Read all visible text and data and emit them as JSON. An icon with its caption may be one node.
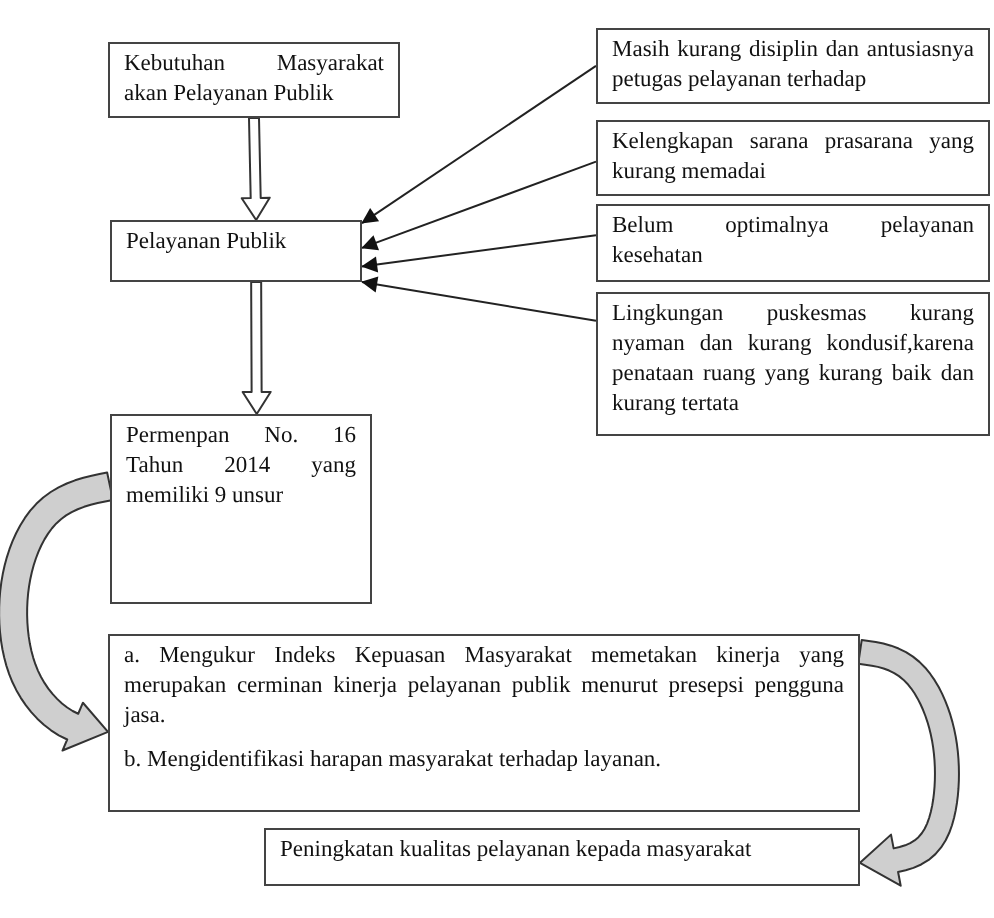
{
  "diagram": {
    "nodes": [
      {
        "text": [
          "Kebutuhan Masyarakat akan Pelayanan Publik"
        ]
      },
      {
        "text": [
          "Pelayanan Publik"
        ]
      },
      {
        "text": [
          "Permenpan No. 16 Tahun 2014 yang memiliki 9 unsur"
        ]
      },
      {
        "text": [
          "a. Mengukur Indeks Kepuasan Masyarakat memetakan kinerja yang merupakan cerminan kinerja pelayanan publik menurut presepsi pengguna jasa.",
          "b. Mengidentifikasi harapan masyarakat terhadap layanan."
        ]
      },
      {
        "text": [
          "Peningkatan kualitas pelayanan kepada masyarakat"
        ]
      },
      {
        "text": [
          "Masih kurang disiplin dan antusiasnya petugas pelayanan terhadap"
        ]
      },
      {
        "text": [
          "Kelengkapan sarana prasarana yang kurang memadai"
        ]
      },
      {
        "text": [
          "Belum optimalnya pelayanan kesehatan"
        ]
      },
      {
        "text": [
          "Lingkungan puskesmas kurang nyaman dan kurang kondusif,karena penataan ruang yang kurang baik dan kurang tertata"
        ]
      }
    ],
    "edges": [
      {
        "from": 0,
        "to": 1,
        "arrow": "to",
        "style": "thick"
      },
      {
        "from": 1,
        "to": 2,
        "arrow": "to",
        "style": "thick"
      },
      {
        "from": 2,
        "to": 3,
        "arrow": "to",
        "style": "thick",
        "color": "#cfcfcf"
      },
      {
        "from": 3,
        "to": 4,
        "arrow": "to",
        "style": "thick",
        "color": "#cfcfcf"
      },
      {
        "from": 5,
        "to": 1,
        "arrow": "to"
      },
      {
        "from": 6,
        "to": 1,
        "arrow": "to"
      },
      {
        "from": 7,
        "to": 1,
        "arrow": "to"
      },
      {
        "from": 8,
        "to": 1,
        "arrow": "to"
      }
    ]
  }
}
